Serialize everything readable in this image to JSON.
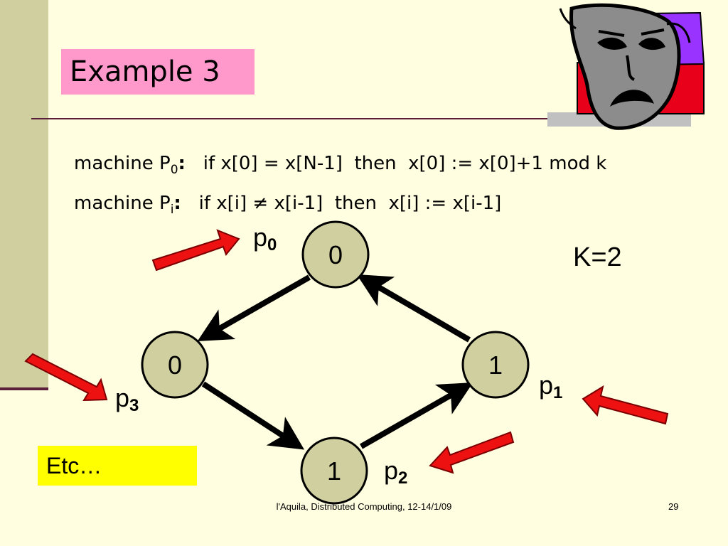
{
  "slide": {
    "title": "Example 3",
    "line1": {
      "prefix": "machine P",
      "sub": "0",
      "colon": ":",
      "code": "   if x[0] = x[N-1]  then  x[0] := x[0]+1 mod k"
    },
    "line2": {
      "prefix": "machine P",
      "sub": "i",
      "colon": ":",
      "code": "   if x[i] ≠ x[i-1]  then  x[i] := x[i-1]"
    },
    "k_label": "K=2",
    "etc_label": "Etc…",
    "footer": "l'Aquila, Distributed Computing, 12-14/1/09",
    "page_number": "29"
  },
  "diagram": {
    "nodes": [
      {
        "id": "top",
        "value": "0",
        "label": "p",
        "label_sub": "0"
      },
      {
        "id": "left",
        "value": "0",
        "label": "p",
        "label_sub": "3"
      },
      {
        "id": "right",
        "value": "1",
        "label": "p",
        "label_sub": "1"
      },
      {
        "id": "bottom",
        "value": "1",
        "label": "p",
        "label_sub": "2"
      }
    ]
  },
  "colors": {
    "background": "#fffee0",
    "sidebar": "#cfcf9f",
    "title_box": "#ff99cc",
    "etc_box": "#ffff00",
    "node_fill": "#cfcf9f",
    "pointer_arrow": "#ee1111",
    "accent_rule": "#5b1f3b"
  },
  "icons": [
    "theater-mask-icon"
  ]
}
